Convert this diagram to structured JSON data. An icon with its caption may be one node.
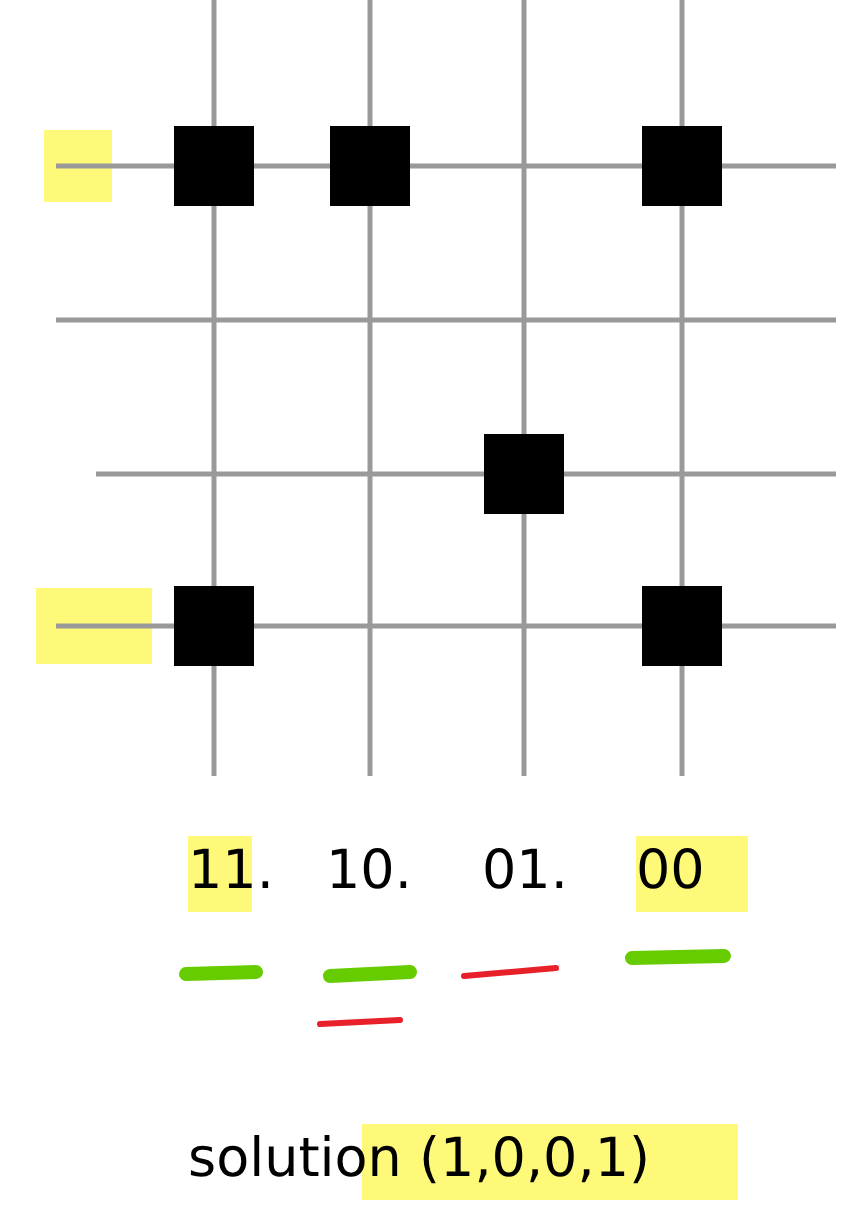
{
  "diagram": {
    "labels": [
      "11.",
      "10.",
      "01.",
      "00",
      "solution (1,0,0,1)"
    ]
  }
}
